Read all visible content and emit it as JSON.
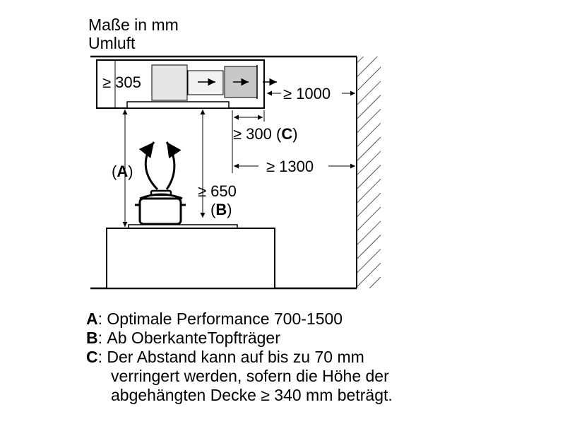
{
  "header": {
    "title": "Maße in mm",
    "subtitle": "Umluft"
  },
  "dimensions": {
    "height_305": "≥ 305",
    "dist_1000": "≥ 1000",
    "dist_300": "≥ 300",
    "dist_300_key": "C",
    "dist_1300": "≥ 1300",
    "dist_650": "≥ 650",
    "b_key": "B",
    "a_key": "A",
    "open_paren": "(",
    "close_paren": ")"
  },
  "legend": [
    {
      "key": "A",
      "sep": ": ",
      "lines": [
        "Optimale Performance 700-1500"
      ]
    },
    {
      "key": "B",
      "sep": ": ",
      "lines": [
        "Ab OberkanteTopfträger"
      ]
    },
    {
      "key": "C",
      "sep": ": ",
      "lines": [
        "Der Abstand kann auf bis zu 70 mm",
        "verringert werden, sofern die Höhe der",
        "abgehängten Decke ≥ 340 mm beträgt."
      ]
    }
  ],
  "colors": {
    "line": "#000000",
    "filter_fill": "#c8c8c8",
    "motor_fill": "#e6e6e6",
    "flow_fill": "#f2f2f2"
  }
}
